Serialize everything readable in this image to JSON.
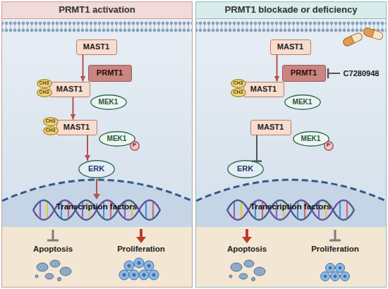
{
  "diagram": {
    "nodes": [
      {
        "text": [
          "PRMT1 activation"
        ]
      },
      {
        "text": [
          "MAST1"
        ],
        "in": 0
      },
      {
        "text": [
          "PRMT1"
        ],
        "in": 0
      },
      {
        "text": [
          "CH3"
        ],
        "in": 0
      },
      {
        "text": [
          "CH3"
        ],
        "in": 0
      },
      {
        "text": [
          "MAST1"
        ],
        "in": 0
      },
      {
        "text": [
          "MEK1"
        ],
        "in": 0
      },
      {
        "text": [
          "CH3"
        ],
        "in": 0
      },
      {
        "text": [
          "CH3"
        ],
        "in": 0
      },
      {
        "text": [
          "MAST1"
        ],
        "in": 0
      },
      {
        "text": [
          "MEK1"
        ],
        "in": 0
      },
      {
        "text": [
          "P"
        ],
        "in": 0
      },
      {
        "text": [
          "ERK"
        ],
        "in": 0
      },
      {
        "text": [
          "PRMT1 blockade or deficiency"
        ]
      },
      {
        "text": [
          "MAST1"
        ],
        "in": 13
      },
      {
        "text": [
          "PRMT1"
        ],
        "in": 13
      },
      {
        "text": [
          "CH3"
        ],
        "in": 13
      },
      {
        "text": [
          "CH3"
        ],
        "in": 13
      },
      {
        "text": [
          "MAST1"
        ],
        "in": 13
      },
      {
        "text": [
          "MEK1"
        ],
        "in": 13
      },
      {
        "text": [
          "MAST1"
        ],
        "in": 13
      },
      {
        "text": [
          "MEK1"
        ],
        "in": 13
      },
      {
        "text": [
          "P"
        ],
        "in": 13
      },
      {
        "text": [
          "ERK"
        ],
        "in": 13
      }
    ],
    "edges": [
      {
        "from": 1,
        "to": 5,
        "arrow": "to"
      },
      {
        "from": 5,
        "to": 9,
        "arrow": "to"
      },
      {
        "from": 9,
        "to": 12,
        "arrow": "to"
      },
      {
        "from": 14,
        "to": 18,
        "arrow": "to"
      },
      {
        "from": 20,
        "to": 23,
        "arrow": "to"
      }
    ],
    "labels": [
      "Transcription factors",
      "Apoptosis",
      "Proliferation",
      "C7280948",
      "Transcription factors",
      "Apoptosis",
      "Proliferation"
    ]
  }
}
